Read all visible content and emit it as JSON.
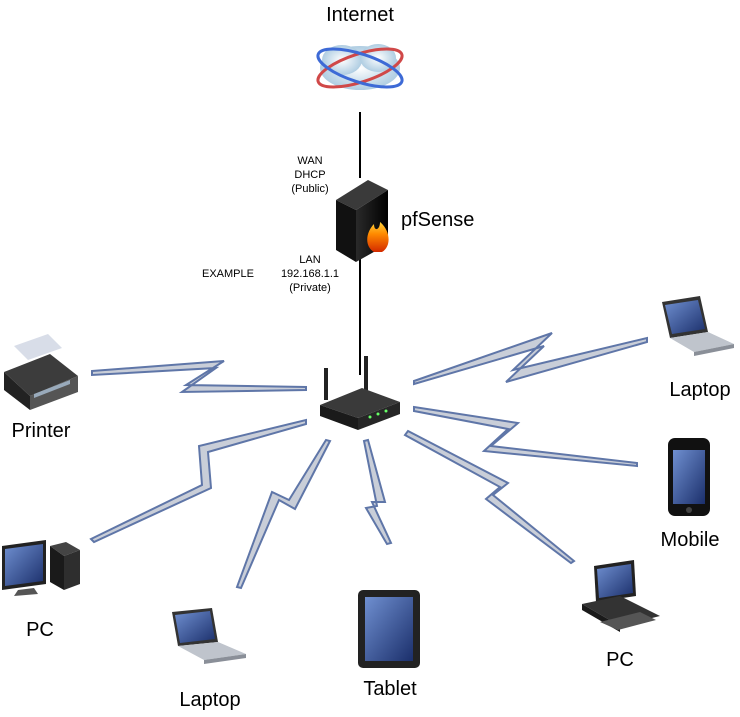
{
  "nodes": {
    "internet": {
      "label": "Internet"
    },
    "pfsense": {
      "label": "pfSense"
    },
    "wan": {
      "lines": [
        "WAN",
        "DHCP",
        "(Public)"
      ]
    },
    "lan": {
      "lines": [
        "LAN",
        "192.168.1.1",
        "(Private)"
      ]
    },
    "example": {
      "label": "EXAMPLE"
    },
    "printer": {
      "label": "Printer"
    },
    "laptop_right": {
      "label": "Laptop"
    },
    "mobile": {
      "label": "Mobile"
    },
    "pc_left": {
      "label": "PC"
    },
    "laptop_bottom": {
      "label": "Laptop"
    },
    "tablet": {
      "label": "Tablet"
    },
    "pc_right": {
      "label": "PC"
    }
  },
  "colors": {
    "bolt_fill": "#c9ced8",
    "bolt_stroke": "#5f76a8",
    "link": "#000000"
  }
}
